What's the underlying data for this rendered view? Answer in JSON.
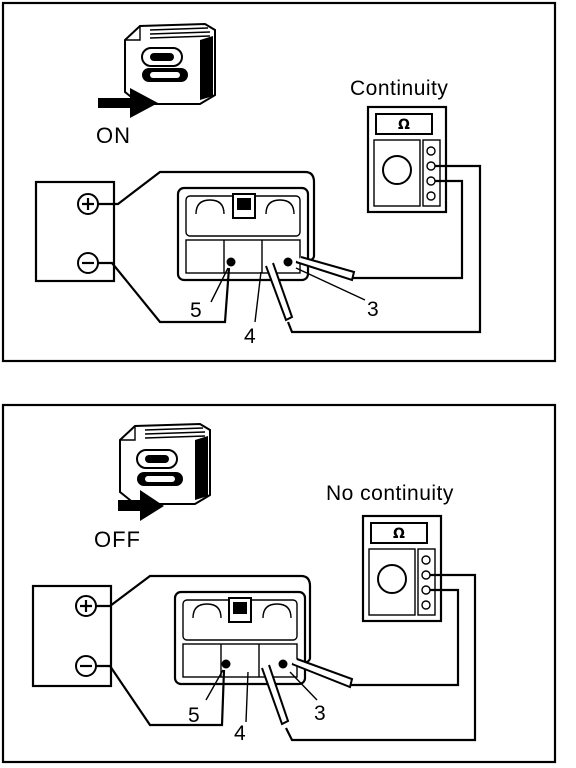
{
  "panels": [
    {
      "switch_state": "ON",
      "meter_reading": "Continuity",
      "meter_symbol": "Ω",
      "labels": {
        "left_terminal": "5",
        "middle_terminal": "4",
        "right_terminal": "3"
      },
      "battery": {
        "positive": "+",
        "negative": "−"
      }
    },
    {
      "switch_state": "OFF",
      "meter_reading": "No continuity",
      "meter_symbol": "Ω",
      "labels": {
        "left_terminal": "5",
        "middle_terminal": "4",
        "right_terminal": "3"
      },
      "battery": {
        "positive": "+",
        "negative": "−"
      }
    }
  ]
}
